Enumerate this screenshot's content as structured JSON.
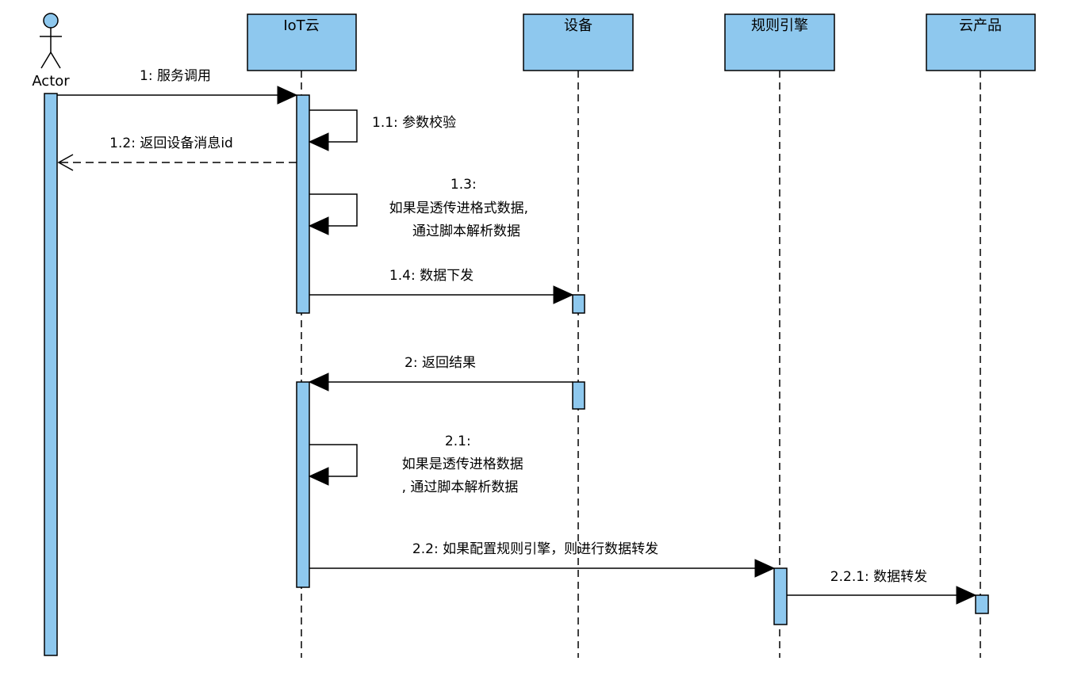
{
  "actor": {
    "name": "Actor"
  },
  "participants": [
    {
      "id": "iot",
      "name": "IoT云"
    },
    {
      "id": "device",
      "name": "设备"
    },
    {
      "id": "rules",
      "name": "规则引擎"
    },
    {
      "id": "cloud",
      "name": "云产品"
    }
  ],
  "messages": {
    "m1": "1: 服务调用",
    "m1_1": "1.1: 参数校验",
    "m1_2": "1.2: 返回设备消息id",
    "m1_3": [
      "1.3:",
      "如果是透传进格式数据,",
      "通过脚本解析数据"
    ],
    "m1_4": "1.4: 数据下发",
    "m2": "2: 返回结果",
    "m2_1": [
      "2.1:",
      "如果是透传进格数据",
      ", 通过脚本解析数据"
    ],
    "m2_2": "2.2: 如果配置规则引擎，则进行数据转发",
    "m2_2_1": "2.2.1: 数据转发"
  }
}
